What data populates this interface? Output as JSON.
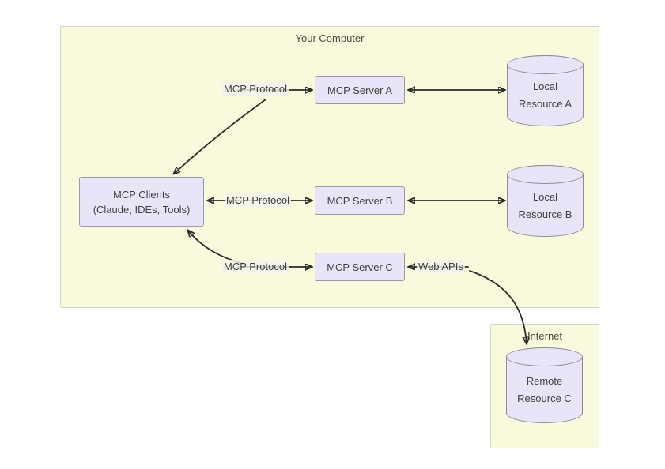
{
  "colors": {
    "canvas_bg": "#ffffff",
    "group_fill": "#f9f9dc",
    "group_border": "#d5d5c3",
    "node_fill": "#e9e5f8",
    "node_border": "#9b98ad",
    "cylinder_border": "#8f8c9f",
    "arrow": "#2b2b2b",
    "text": "#414141"
  },
  "groups": {
    "your_computer": {
      "title": "Your Computer"
    },
    "internet": {
      "title": "Internet"
    }
  },
  "nodes": {
    "mcp_clients": {
      "line1": "MCP Clients",
      "line2": "(Claude, IDEs, Tools)"
    },
    "mcp_server_a": {
      "label": "MCP Server A"
    },
    "mcp_server_b": {
      "label": "MCP Server B"
    },
    "mcp_server_c": {
      "label": "MCP Server C"
    },
    "local_resource_a": {
      "line1": "Local",
      "line2": "Resource A"
    },
    "local_resource_b": {
      "line1": "Local",
      "line2": "Resource B"
    },
    "remote_resource_c": {
      "line1": "Remote",
      "line2": "Resource C"
    }
  },
  "edge_labels": {
    "protocol_row_a": "MCP Protocol",
    "protocol_row_b": "MCP Protocol",
    "protocol_row_c": "MCP Protocol",
    "web_apis": "Web APIs"
  }
}
